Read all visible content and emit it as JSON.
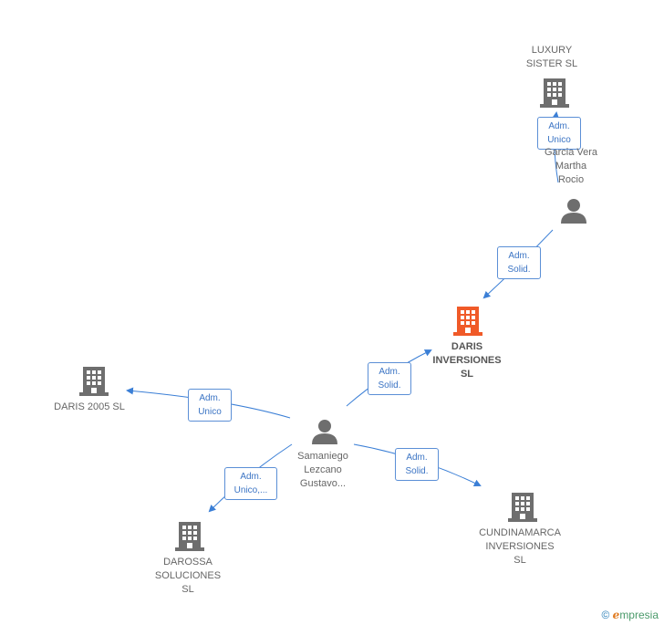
{
  "nodes": {
    "luxury": "LUXURY\nSISTER  SL",
    "garcia": "Garcia Vera\nMartha\nRocio",
    "daris_inv": "DARIS\nINVERSIONES\nSL",
    "daris2005": "DARIS 2005 SL",
    "samaniego": "Samaniego\nLezcano\nGustavo...",
    "darossa": "DAROSSA\nSOLUCIONES\nSL",
    "cundinamarca": "CUNDINAMARCA\nINVERSIONES\nSL"
  },
  "roles": {
    "luxury_garcia": "Adm.\nUnico",
    "garcia_daris": "Adm.\nSolid.",
    "sam_daris": "Adm.\nSolid.",
    "sam_daris2005": "Adm.\nUnico",
    "sam_darossa": "Adm.\nUnico,...",
    "sam_cundinamarca": "Adm.\nSolid."
  },
  "colors": {
    "highlight": "#f05a28",
    "company": "#6e6e6e",
    "edge": "#3b7fd6"
  },
  "footer": {
    "copyright": "©",
    "brand_e": "e",
    "brand_rest": "mpresia"
  }
}
